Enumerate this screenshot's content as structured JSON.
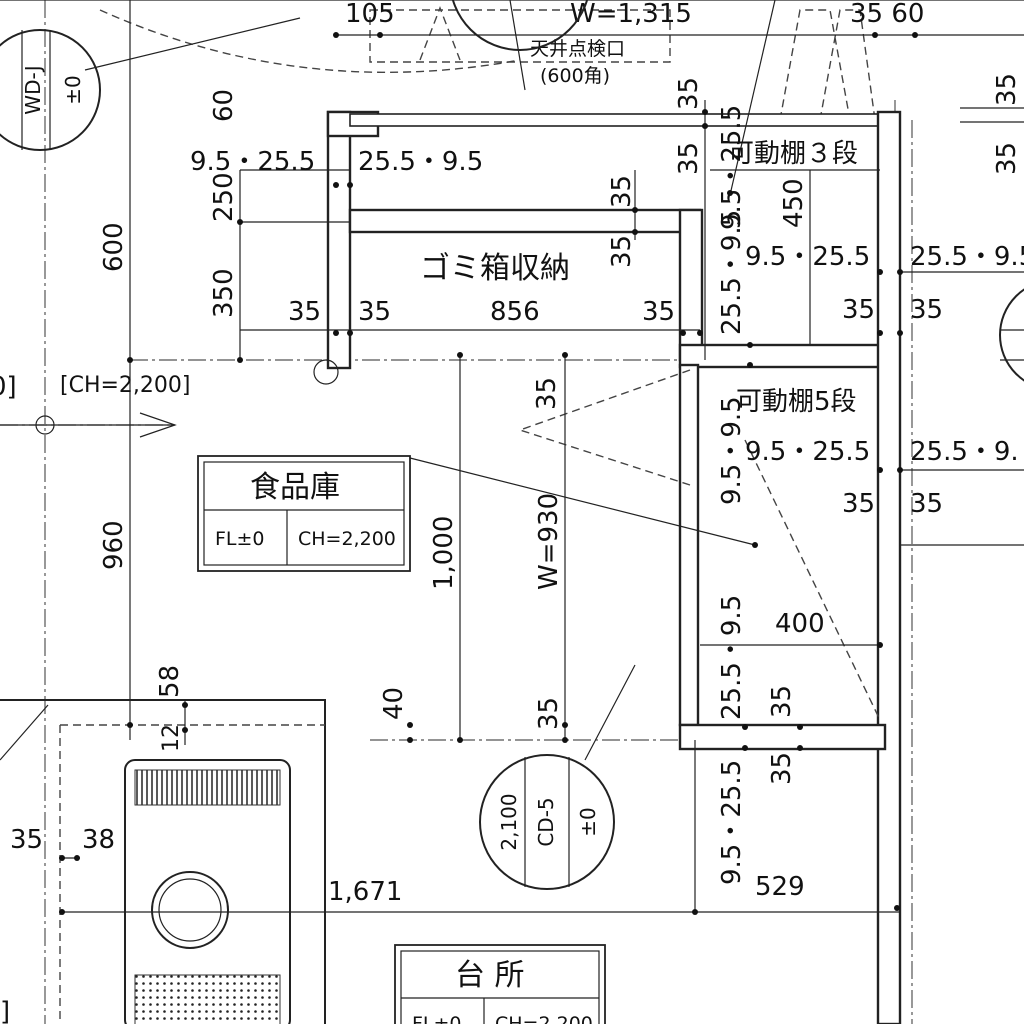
{
  "labels": {
    "w_1315": "W=1,315",
    "ceiling_access": "天井点検口",
    "ceiling_access_size": "(600角)",
    "shelf3": "可動棚３段",
    "shelf5": "可動棚5段",
    "trash": "ゴミ箱収納",
    "pantry_title": "食品庫",
    "pantry_fl": "FL±0",
    "pantry_ch": "CH=2,200",
    "ch_left": "[CH=2,200]",
    "ch_left_prefix": "0]",
    "kitchen_title": "台 所",
    "kitchen_fl": "FL±0",
    "kitchen_ch": "CH=2,200",
    "bottom_left_bracket": "]",
    "wdj": "WD-J",
    "wdj_fl": "±0",
    "cd_height": "2,100",
    "cd_code": "CD-5",
    "cd_fl": "±0"
  },
  "dims": {
    "d105": "105",
    "d35_60": "35 60",
    "d35_top": "35",
    "d60": "60",
    "d9525_left": "9.5・25.5",
    "d2595_left": "25.5・9.5",
    "d250": "250",
    "d600": "600",
    "d350": "350",
    "d35_a": "35",
    "d35_b": "35",
    "d856": "856",
    "d35_c": "35",
    "d35_v1": "35",
    "d35_v2": "35",
    "d35_v3": "35",
    "d9525_v1": "9.5・25.5",
    "d450": "450",
    "d9525_r1": "9.5・25.5",
    "d2595_r1": "25.5・9.5",
    "d35_r1a": "35",
    "d35_r1b": "35",
    "d35_mid": "35",
    "d2595_v2": "25.5・9.5",
    "d9525_r2": "9.5・25.5",
    "d2595_r2": "25.5・9.",
    "d35_r2a": "35",
    "d35_r2b": "35",
    "d1000": "1,000",
    "dw930": "W=930",
    "d960": "960",
    "d9525_v3": "9.5・9.5",
    "d400": "400",
    "d2595_v4": "25.5・9.5",
    "d35_h1": "35",
    "d35_h2": "35",
    "d40": "40",
    "d35_h3": "35",
    "d58": "58",
    "d12": "12",
    "d35_l": "35",
    "d38": "38",
    "d1671": "1,671",
    "d9525_v5": "9.5・25.5",
    "d529": "529",
    "d35_right_top": "35",
    "d35_right_2": "35",
    "d35_t1": "35",
    "d35_t2": "35"
  }
}
